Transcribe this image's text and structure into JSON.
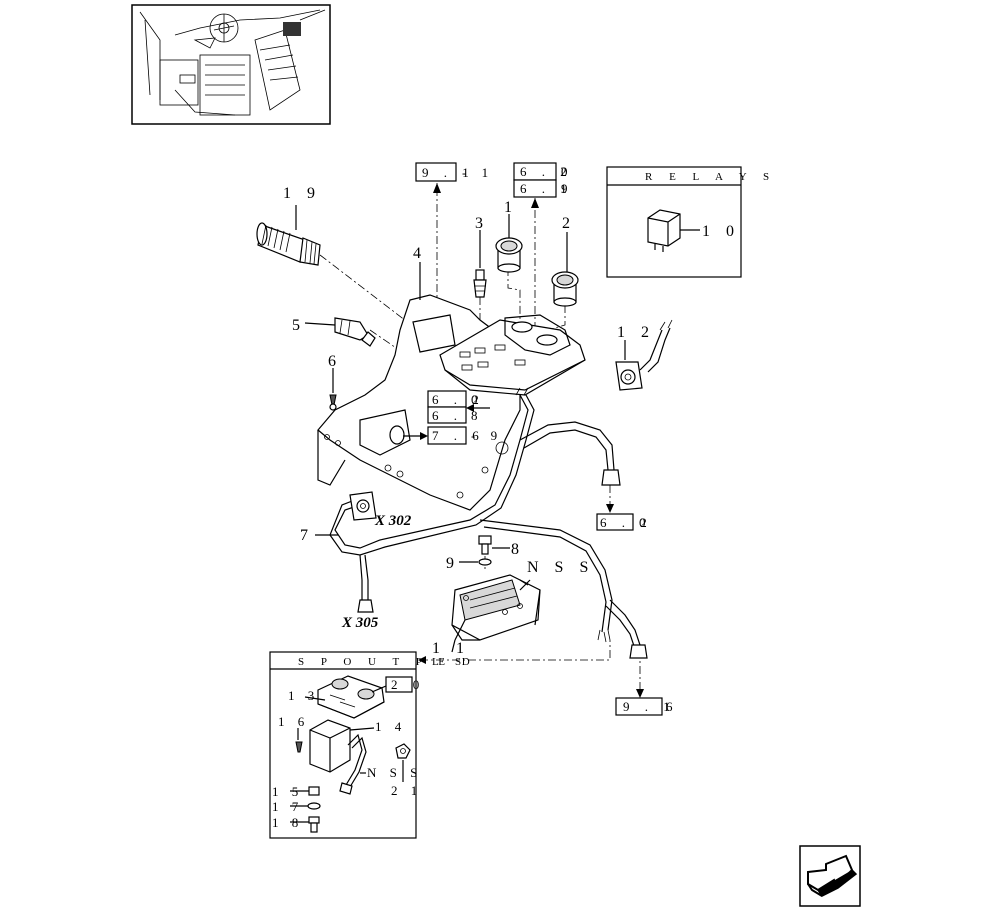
{
  "part_labels": {
    "p1": "1",
    "p2": "2",
    "p3": "3",
    "p4": "4",
    "p5": "5",
    "p6": "6",
    "p7": "7",
    "p8": "8",
    "p9": "9",
    "p10": "1 0",
    "p11": "1 1",
    "p12": "1 2",
    "p13": "1 3",
    "p14": "1 4",
    "p15": "1 5",
    "p16": "1 6",
    "p17": "1 7",
    "p18": "1 8",
    "p19": "1 9",
    "p21": "2 1"
  },
  "ref_boxes": {
    "r_91_1": {
      "box": "9 . 1",
      "suffix": "- 1"
    },
    "r_62_top": {
      "box": "6 . 2",
      "suffix": "0"
    },
    "r_61_top": {
      "box": "6 . 1",
      "suffix": "9"
    },
    "r_62_mid": {
      "box": "6 . 2",
      "suffix": "0"
    },
    "r_6_mid": {
      "box": "6 .",
      "suffix": "8"
    },
    "r_76": {
      "box": "7 . 6",
      "suffix": "- 9"
    },
    "r_62_right": {
      "box": "6 . 2",
      "suffix": "0"
    },
    "r_91_bottom": {
      "box": "9 . 1",
      "suffix": "6"
    },
    "r_20_inset": {
      "box": "2 0",
      "suffix": ""
    }
  },
  "connectors": {
    "x302": "X 302",
    "x305": "X 305"
  },
  "nss": {
    "main": "N S S",
    "inset": "N S S"
  },
  "panels": {
    "relays_title": "R E L A Y S",
    "spout_title": "S P O U T   P E D",
    "spout_title_tail": "L S"
  },
  "icons": {
    "nav": "next-page-arrow-icon",
    "overview": "cab-overview-thumbnail"
  }
}
